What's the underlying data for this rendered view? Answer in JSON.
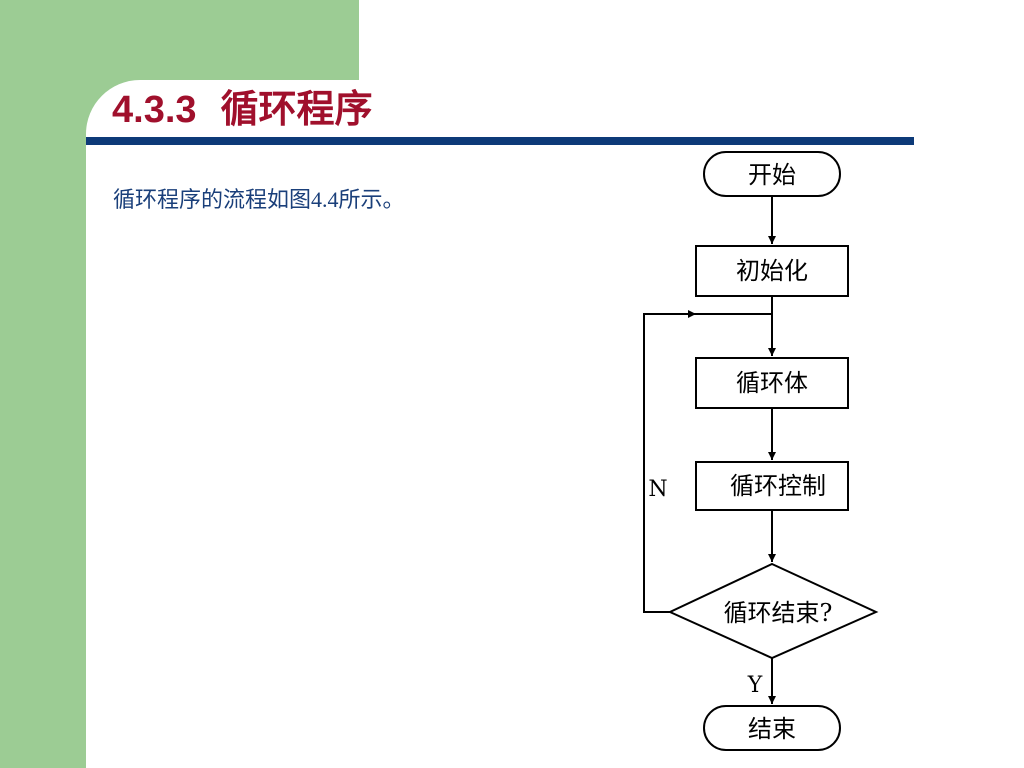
{
  "slide": {
    "section_number": "4.3.3",
    "section_title": "循环程序",
    "body_text": "循环程序的流程如图4.4所示。"
  },
  "flowchart": {
    "nodes": {
      "start": "开始",
      "init": "初始化",
      "loop_body": "循环体",
      "loop_control": "循环控制",
      "decision": "循环结束?",
      "end": "结束"
    },
    "branch_labels": {
      "no": "N",
      "yes": "Y"
    }
  }
}
